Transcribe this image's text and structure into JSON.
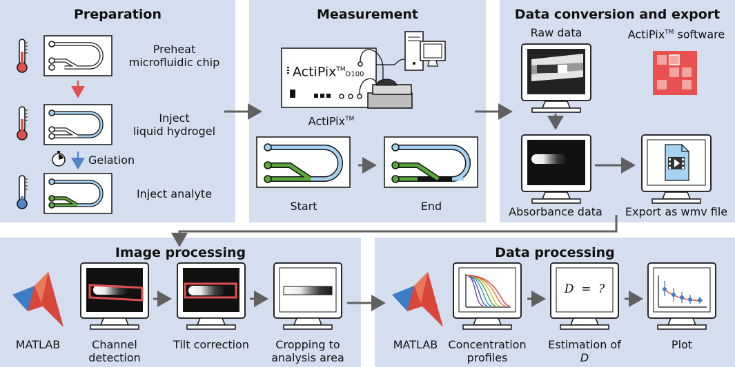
{
  "panels": {
    "preparation": {
      "title": "Preparation",
      "steps": [
        "Preheat",
        "microfluidic chip",
        "Inject",
        "liquid hydrogel",
        "Inject analyte"
      ],
      "gelation_label": "Gelation"
    },
    "measurement": {
      "title": "Measurement",
      "device_name": "ActiPix",
      "device_tm": "TM",
      "device_model": "D100",
      "device_label": "ActiPix",
      "device_label_tm": "TM",
      "start_label": "Start",
      "end_label": "End"
    },
    "conversion": {
      "title": "Data conversion and export",
      "raw_label": "Raw data",
      "software_label": "ActiPix",
      "software_tm": "TM",
      "software_suffix": " software",
      "absorbance_label": "Absorbance data",
      "export_label": "Export as wmv file"
    },
    "image_processing": {
      "title": "Image processing",
      "matlab_label": "MATLAB",
      "steps": [
        "Channel",
        "detection",
        "Tilt correction",
        "Cropping to",
        "analysis area"
      ]
    },
    "data_processing": {
      "title": "Data processing",
      "matlab_label": "MATLAB",
      "steps": [
        "Concentration",
        "profiles",
        "Estimation of",
        "D",
        "Plot"
      ],
      "equation": "D  =  ?"
    }
  },
  "colors": {
    "panel_bg": "#d4deef",
    "hydrogel_blue": "#a7d3f2",
    "analyte_green": "#5aa83b",
    "heat_red": "#e0504f",
    "cold_blue": "#5585c8",
    "arrow_gray": "#606060",
    "software_red": "#e8514f"
  }
}
